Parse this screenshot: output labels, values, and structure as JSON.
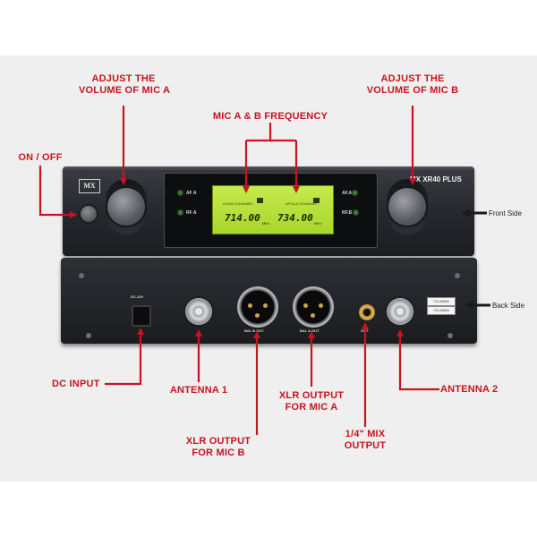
{
  "labels": {
    "adjust_mic_a": "ADJUST THE\nVOLUME OF MIC A",
    "adjust_mic_b": "ADJUST THE\nVOLUME OF MIC B",
    "frequency": "MIC A & B FREQUENCY",
    "on_off": "ON / OFF",
    "front_side": "Front Side",
    "back_side": "Back Side",
    "dc_input": "DC INPUT",
    "antenna_1": "ANTENNA 1",
    "antenna_2": "ANTENNA 2",
    "xlr_output_mic_a": "XLR OUTPUT\nFOR MIC A",
    "xlr_output_mic_b": "XLR OUTPUT\nFOR MIC B",
    "mix_output": "1/4\" MIX\nOUTPUT"
  },
  "device": {
    "brand_logo": "MX",
    "model": "MX XR40 PLUS",
    "indicators": {
      "af_a": "AF A",
      "rf_a": "RF A",
      "af_b": "AF.A",
      "rf_b": "RF.B"
    },
    "lcd": {
      "channel_a_small": "CHAN  CHANNEL",
      "channel_b_small": "AFOLA  CHANNEL",
      "freq_a": "714.00",
      "freq_b": "734.00",
      "unit": "MHz"
    },
    "back_panel": {
      "dc_label": "DC-12V",
      "bal_b": "BAL B OUT",
      "bal_a": "BAL A OUT",
      "out": "OUT",
      "tag1": "714.00MHz",
      "tag2": "734.00MHz"
    }
  },
  "colors": {
    "label_red": "#c8141e",
    "lcd_green": "#b8e03c",
    "arrow_dark": "#1a1a1a"
  }
}
